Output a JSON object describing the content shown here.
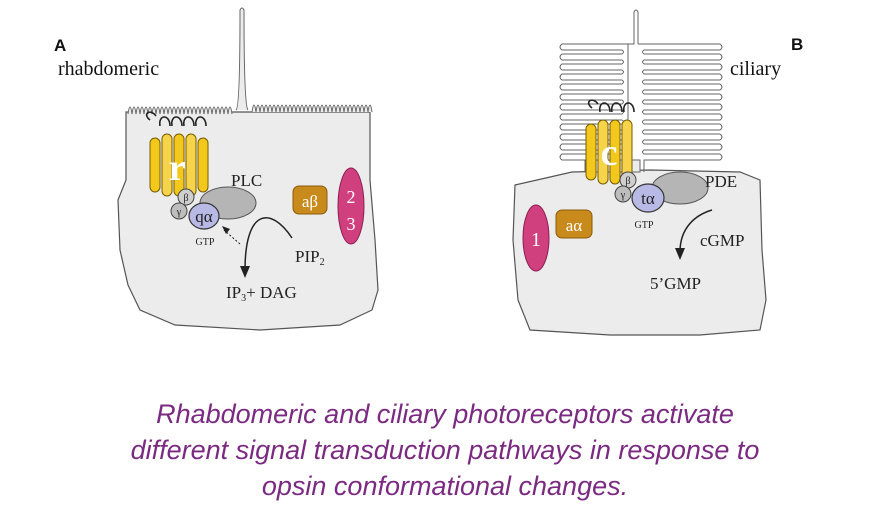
{
  "panel_a": {
    "letter": "A",
    "title": "rhabdomeric",
    "receptor": "r",
    "g_beta": "β",
    "g_gamma": "γ",
    "g_alpha": "qα",
    "gtp": "GTP",
    "effector": "PLC",
    "substrate": "PIP",
    "substrate_sub": "2",
    "product_ip": "IP",
    "product_ip_sub": "3",
    "product_rest": "+ DAG",
    "arrestin_beta": "aβ",
    "pink_cell_2": "2",
    "pink_cell_3": "3"
  },
  "panel_b": {
    "letter": "B",
    "title": "ciliary",
    "receptor": "c",
    "g_beta": "β",
    "g_gamma": "γ",
    "g_alpha": "tα",
    "gtp": "GTP",
    "effector": "PDE",
    "substrate": "cGMP",
    "product": "5’GMP",
    "arrestin_alpha": "aα",
    "pink_cell_1": "1"
  },
  "caption": {
    "line1": "Rhabdomeric and ciliary photoreceptors activate",
    "line2": "different signal transduction pathways in response to",
    "line3": "opsin conformational changes."
  },
  "colors": {
    "cell_fill": "#ececec",
    "receptor_yellow": "#f2c81c",
    "arrestin_orange": "#c98a1c",
    "pink": "#d0407e",
    "g_alpha_blue": "#b9b9e6",
    "caption_purple": "#7b2a82"
  }
}
